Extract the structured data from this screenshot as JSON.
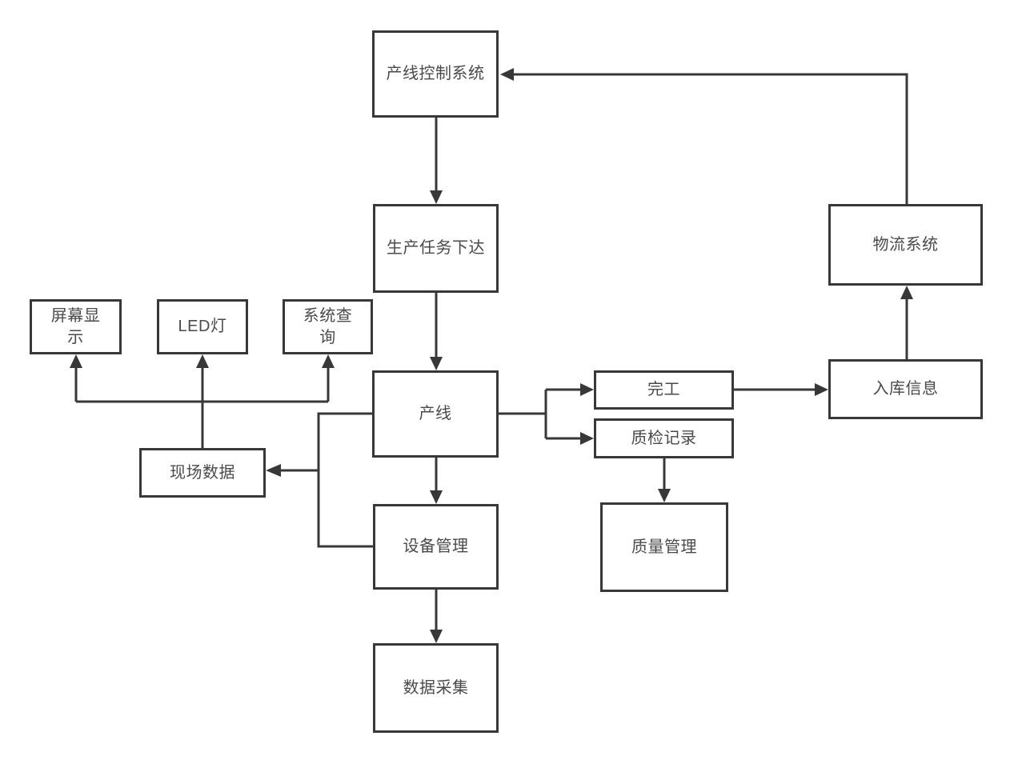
{
  "diagram": {
    "type": "flowchart",
    "background": "#ffffff",
    "line_color": "#383838",
    "text_color": "#4a4a4a",
    "nodes": [
      {
        "id": "line-control-system",
        "label": "产线控制系统"
      },
      {
        "id": "production-task-release",
        "label": "生产任务下达"
      },
      {
        "id": "screen-display",
        "label": "屏幕显示"
      },
      {
        "id": "led-light",
        "label": "LED灯"
      },
      {
        "id": "system-query",
        "label": "系统查询"
      },
      {
        "id": "production-line",
        "label": "产线"
      },
      {
        "id": "field-data",
        "label": "现场数据"
      },
      {
        "id": "equipment-management",
        "label": "设备管理"
      },
      {
        "id": "data-collection",
        "label": "数据采集"
      },
      {
        "id": "completion",
        "label": "完工"
      },
      {
        "id": "inspection-record",
        "label": "质检记录"
      },
      {
        "id": "quality-management",
        "label": "质量管理"
      },
      {
        "id": "warehousing-info",
        "label": "入库信息"
      },
      {
        "id": "logistics-system",
        "label": "物流系统"
      }
    ],
    "edges": [
      {
        "from": "产线控制系统",
        "to": "生产任务下达"
      },
      {
        "from": "生产任务下达",
        "to": "产线"
      },
      {
        "from": "产线",
        "to": "完工"
      },
      {
        "from": "产线",
        "to": "质检记录"
      },
      {
        "from": "完工",
        "to": "入库信息"
      },
      {
        "from": "入库信息",
        "to": "物流系统"
      },
      {
        "from": "物流系统",
        "to": "产线控制系统"
      },
      {
        "from": "产线",
        "to": "设备管理"
      },
      {
        "from": "设备管理",
        "to": "数据采集"
      },
      {
        "from": "质检记录",
        "to": "质量管理"
      },
      {
        "from": "产线 / 设备管理",
        "to": "现场数据"
      },
      {
        "from": "现场数据",
        "to": "屏幕显示"
      },
      {
        "from": "现场数据",
        "to": "LED灯"
      },
      {
        "from": "现场数据",
        "to": "系统查询"
      }
    ]
  }
}
